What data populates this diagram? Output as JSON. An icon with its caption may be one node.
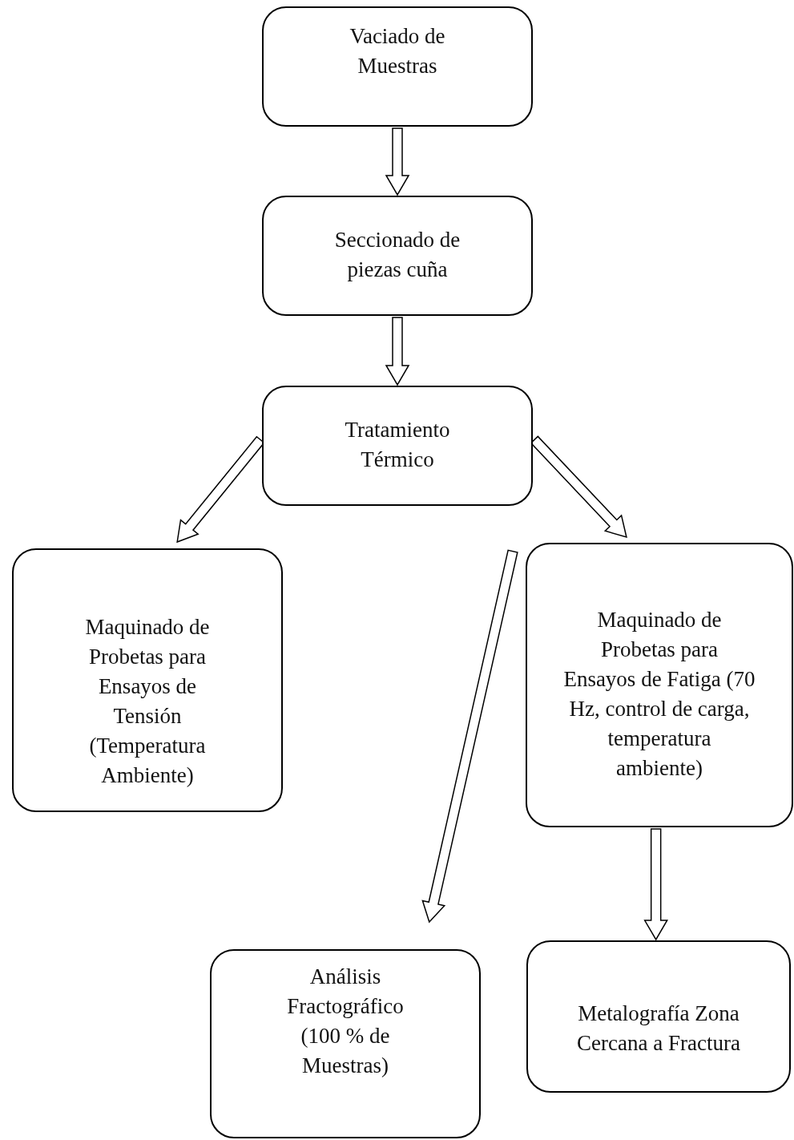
{
  "diagram": {
    "nodes": [
      {
        "text": [
          "Vaciado de Muestras"
        ]
      },
      {
        "text": [
          "Seccionado de piezas cuña"
        ]
      },
      {
        "text": [
          "Tratamiento Térmico"
        ]
      },
      {
        "text": [
          "Maquinado de Probetas para Ensayos de Tensión (Temperatura Ambiente)"
        ]
      },
      {
        "text": [
          "Maquinado de Probetas para Ensayos de Fatiga (70 Hz, control de carga, temperatura ambiente)"
        ]
      },
      {
        "text": [
          "Análisis Fractográfico (100 % de Muestras)"
        ]
      },
      {
        "text": [
          "Metalografía Zona Cercana a Fractura"
        ]
      }
    ],
    "edges": [
      {
        "from": 0,
        "to": 1,
        "arrow": "to"
      },
      {
        "from": 1,
        "to": 2,
        "arrow": "to"
      },
      {
        "from": 2,
        "to": 3,
        "arrow": "to"
      },
      {
        "from": 2,
        "to": 4,
        "arrow": "to"
      },
      {
        "from": 4,
        "to": 5,
        "arrow": "to"
      },
      {
        "from": 4,
        "to": 6,
        "arrow": "to"
      }
    ]
  }
}
